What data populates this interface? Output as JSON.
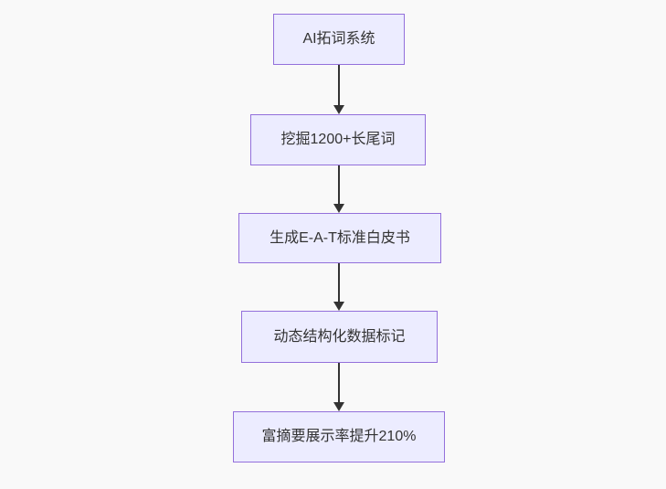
{
  "diagram": {
    "type": "flowchart",
    "direction": "top-down",
    "colors": {
      "background": "#f9f9f9",
      "node_fill": "#ECECFF",
      "node_border": "#9370DB",
      "node_text": "#333333",
      "arrow": "#333333"
    },
    "nodes": [
      {
        "id": "n1",
        "label": "AI拓词系统"
      },
      {
        "id": "n2",
        "label": "挖掘1200+长尾词"
      },
      {
        "id": "n3",
        "label": "生成E-A-T标准白皮书"
      },
      {
        "id": "n4",
        "label": "动态结构化数据标记"
      },
      {
        "id": "n5",
        "label": "富摘要展示率提升210%"
      }
    ],
    "edges": [
      {
        "from": "n1",
        "to": "n2"
      },
      {
        "from": "n2",
        "to": "n3"
      },
      {
        "from": "n3",
        "to": "n4"
      },
      {
        "from": "n4",
        "to": "n5"
      }
    ]
  }
}
